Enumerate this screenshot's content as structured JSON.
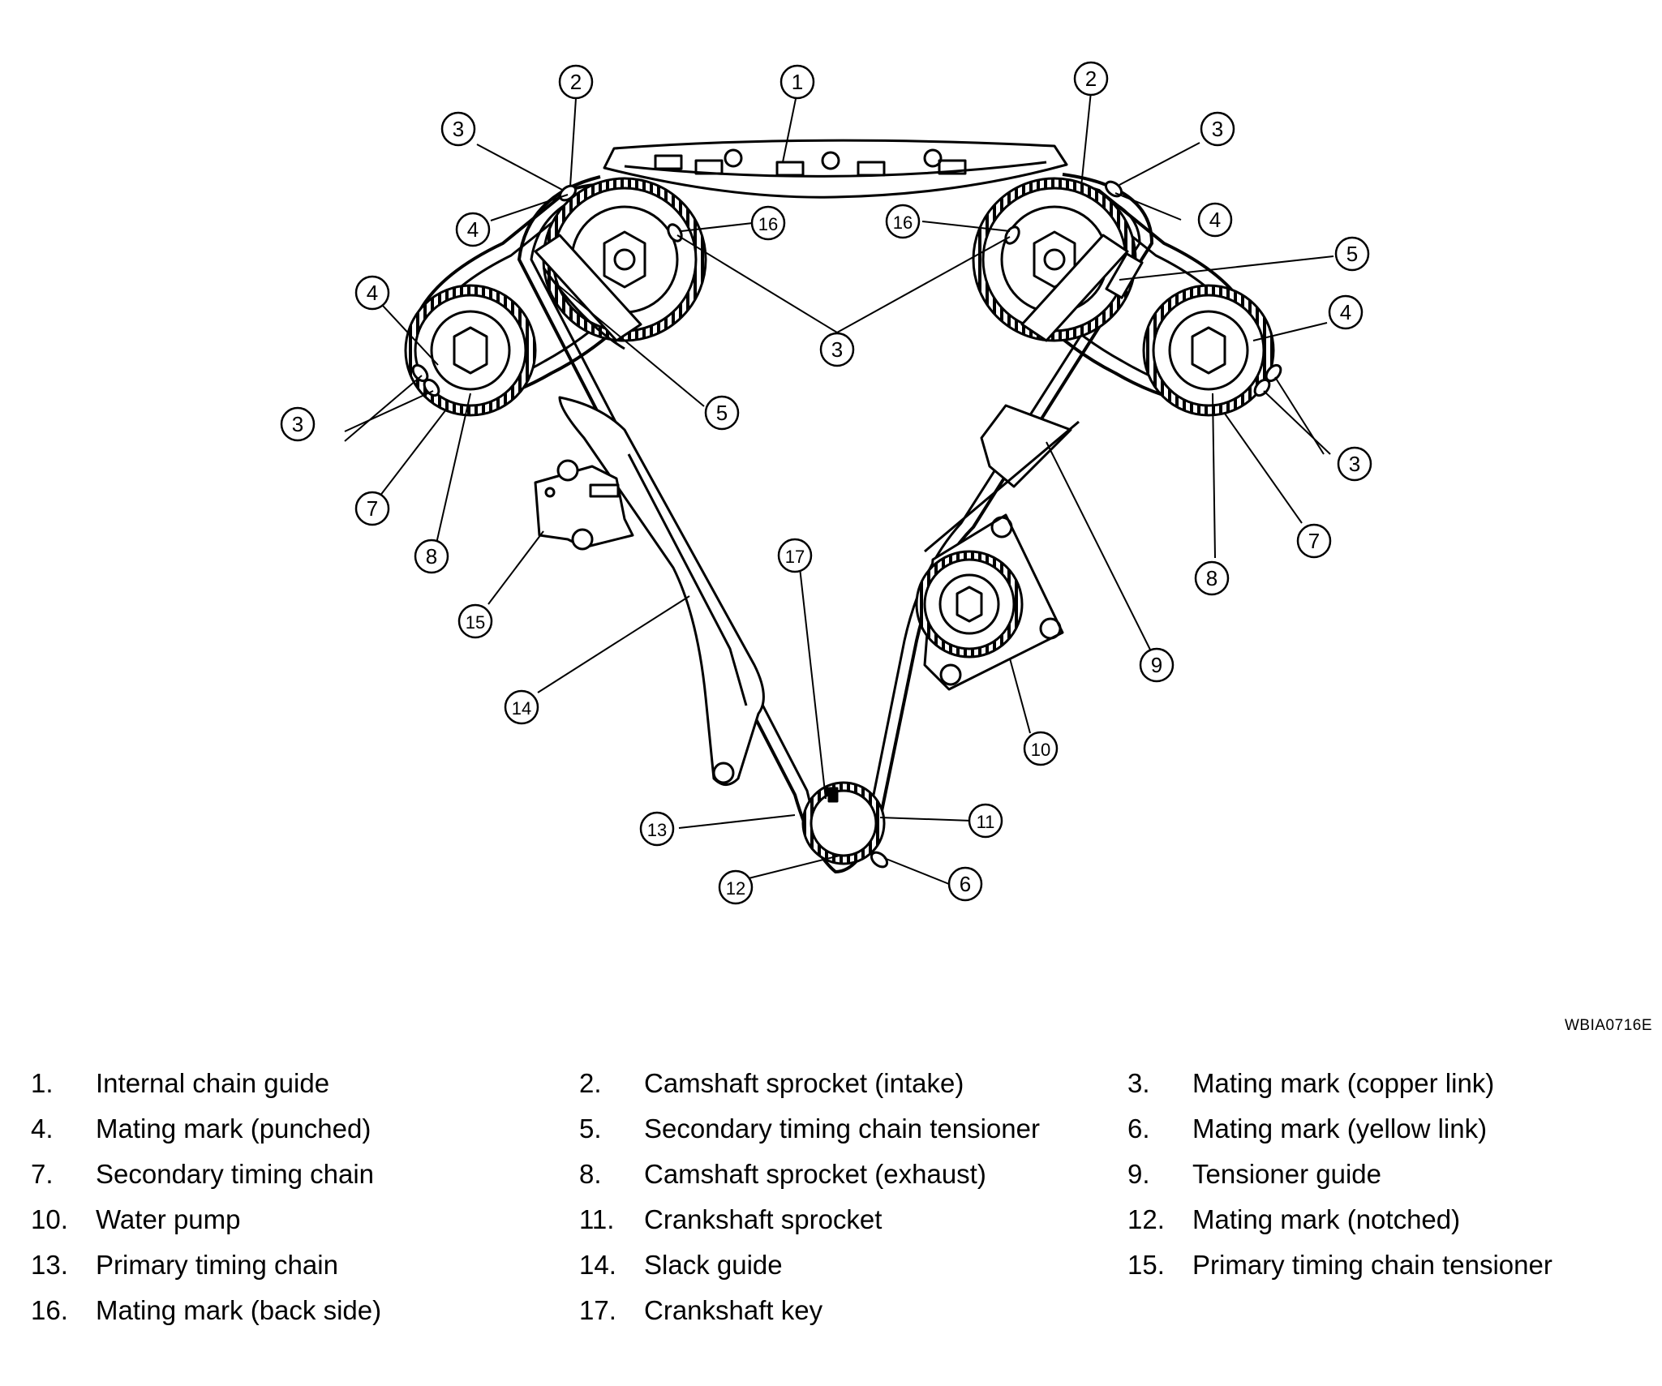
{
  "figure_code": "WBIA0716E",
  "callouts": [
    "1",
    "2",
    "2",
    "3",
    "3",
    "3",
    "3",
    "3",
    "4",
    "4",
    "4",
    "4",
    "5",
    "5",
    "6",
    "7",
    "7",
    "8",
    "8",
    "9",
    "10",
    "11",
    "12",
    "13",
    "14",
    "15",
    "16",
    "16",
    "17"
  ],
  "legend": [
    {
      "num": "1.",
      "text": "Internal chain guide"
    },
    {
      "num": "2.",
      "text": "Camshaft sprocket (intake)"
    },
    {
      "num": "3.",
      "text": "Mating mark (copper link)"
    },
    {
      "num": "4.",
      "text": "Mating mark (punched)"
    },
    {
      "num": "5.",
      "text": "Secondary timing chain tensioner"
    },
    {
      "num": "6.",
      "text": "Mating mark (yellow link)"
    },
    {
      "num": "7.",
      "text": "Secondary timing chain"
    },
    {
      "num": "8.",
      "text": "Camshaft sprocket (exhaust)"
    },
    {
      "num": "9.",
      "text": "Tensioner guide"
    },
    {
      "num": "10.",
      "text": "Water pump"
    },
    {
      "num": "11.",
      "text": "Crankshaft sprocket"
    },
    {
      "num": "12.",
      "text": "Mating mark (notched)"
    },
    {
      "num": "13.",
      "text": "Primary timing chain"
    },
    {
      "num": "14.",
      "text": "Slack guide"
    },
    {
      "num": "15.",
      "text": "Primary timing chain tensioner"
    },
    {
      "num": "16.",
      "text": "Mating mark (back side)"
    },
    {
      "num": "17.",
      "text": "Crankshaft key"
    }
  ]
}
